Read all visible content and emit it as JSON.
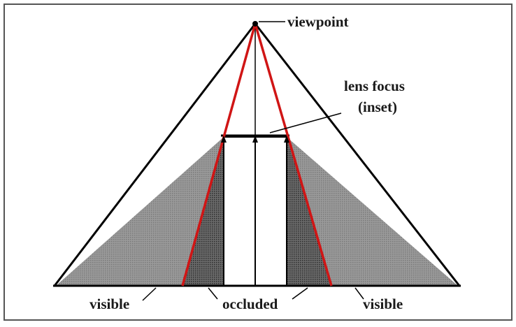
{
  "labels": {
    "viewpoint": "viewpoint",
    "lens_focus_line1": "lens focus",
    "lens_focus_line2": "(inset)",
    "visible_left": "visible",
    "occluded": "occluded",
    "visible_right": "visible"
  },
  "colors": {
    "frame": "#555555",
    "outline": "#000000",
    "frustum": "#d01515",
    "visible_fill": "#8c8c8c",
    "occluded_fill": "#4a4a4a",
    "lens": "#ffffff"
  }
}
